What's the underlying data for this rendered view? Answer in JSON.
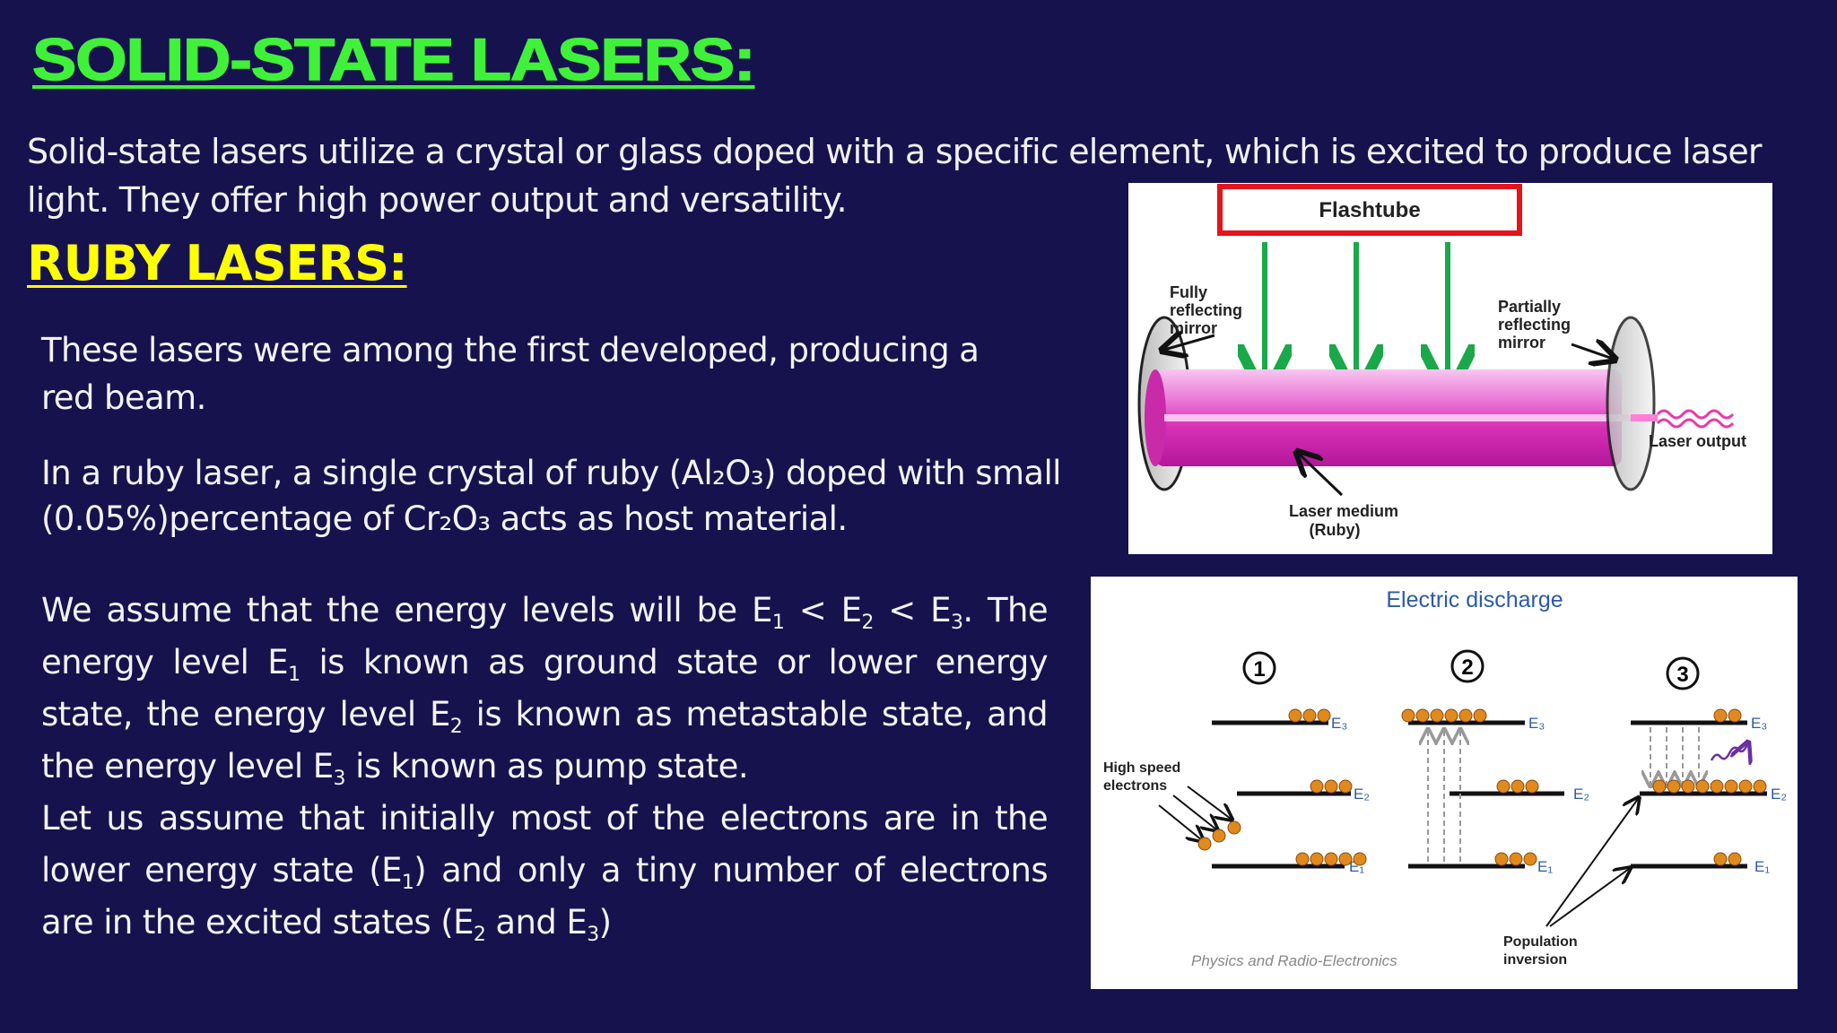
{
  "heading": "SOLID-STATE LASERS:",
  "intro": "Solid-state lasers utilize a crystal or glass doped with a specific element, which is excited to produce laser light. They offer high power output and versatility.",
  "ruby": {
    "heading": "RUBY LASERS:",
    "para1": "These lasers were among the first developed, producing a red beam.",
    "para2_line1": "In a ruby laser, a single crystal of ruby (Al₂O₃) doped with small",
    "para2_line2": "(0.05%)percentage of Cr₂O₃ acts as host material.",
    "para3": {
      "t1": "We assume that the energy levels will be E",
      "t2": " < E",
      "t3": " < E",
      "t4": ". The energy level E",
      "t5": " is known as ground state or lower energy state, the energy level E",
      "t6": " is known as metastable state, and the energy level E",
      "t7": " is known as pump state.",
      "t8": "Let us assume that initially most of the electrons are in the lower energy state (E",
      "t9": ") and only a tiny number of electrons are in the excited states (E",
      "t10": " and E",
      "t11": ")",
      "sub1": "1",
      "sub2": "2",
      "sub3": "3"
    }
  },
  "laser_diagram": {
    "flashtube": "Flashtube",
    "fully_1": "Fully",
    "fully_2": "reflecting",
    "fully_3": "mirror",
    "partial_1": "Partially",
    "partial_2": "reflecting",
    "partial_3": "mirror",
    "output": "Laser output",
    "medium_1": "Laser medium",
    "medium_2": "(Ruby)"
  },
  "levels_diagram": {
    "title": "Electric discharge",
    "step1": "1",
    "step2": "2",
    "step3": "3",
    "e1": "E₁",
    "e2": "E₂",
    "e3": "E₃",
    "hs_1": "High speed",
    "hs_2": "electrons",
    "pop_1": "Population",
    "pop_2": "inversion",
    "credit": "Physics and Radio-Electronics"
  },
  "colors": {
    "background": "#15124e",
    "heading": "#3ff239",
    "subheading": "#ffff00",
    "rod": "#e040c0",
    "arrow": "#1aa84a",
    "electron": "#e08a1e"
  }
}
